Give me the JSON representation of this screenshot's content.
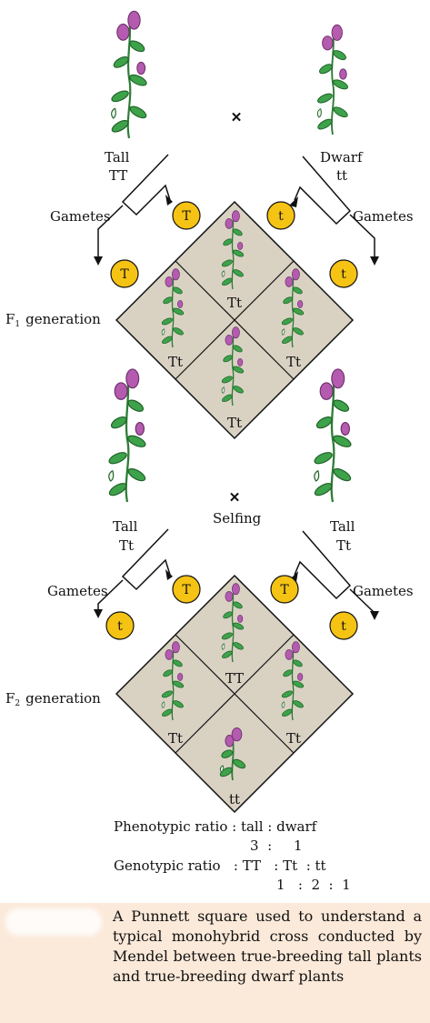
{
  "cross_symbol_1": "✕",
  "cross_symbol_2": "✕",
  "parents_p": {
    "left_label": "Tall",
    "left_genotype": "TT",
    "right_label": "Dwarf",
    "right_genotype": "tt"
  },
  "gametes_p": {
    "left_label": "Gametes",
    "right_label": "Gametes",
    "left_top": "T",
    "left_bottom": "T",
    "right_top": "t",
    "right_bottom": "t"
  },
  "f1": {
    "label": "generation",
    "label_prefix": "F",
    "label_sub": "1",
    "cells": [
      "Tt",
      "Tt",
      "Tt",
      "Tt"
    ]
  },
  "parents_f1": {
    "left_label": "Tall",
    "left_genotype": "Tt",
    "right_label": "Tall",
    "right_genotype": "Tt",
    "selfing": "Selfing"
  },
  "gametes_f1": {
    "left_label": "Gametes",
    "right_label": "Gametes",
    "left_top": "T",
    "left_bottom": "t",
    "right_top": "T",
    "right_bottom": "t"
  },
  "f2": {
    "label": "generation",
    "label_prefix": "F",
    "label_sub": "2",
    "cells": [
      "TT",
      "Tt",
      "Tt",
      "tt"
    ]
  },
  "ratios": {
    "phenotypic_line": "Phenotypic ratio : tall : dwarf",
    "phenotypic_values": "3  :     1",
    "genotypic_line": "Genotypic ratio   : TT   : Tt  : tt",
    "genotypic_values": "1   :  2  :  1"
  },
  "caption": "A Punnett square used to understand a typical monohybrid cross conducted by Mendel between true-breeding tall plants and true-breeding dwarf plants",
  "colors": {
    "gamete_fill": "#f5c313",
    "square_fill": "#d9d2c3",
    "leaf": "#3da24a",
    "flower": "#b45bb0",
    "caption_bg": "#fbe9d9"
  }
}
